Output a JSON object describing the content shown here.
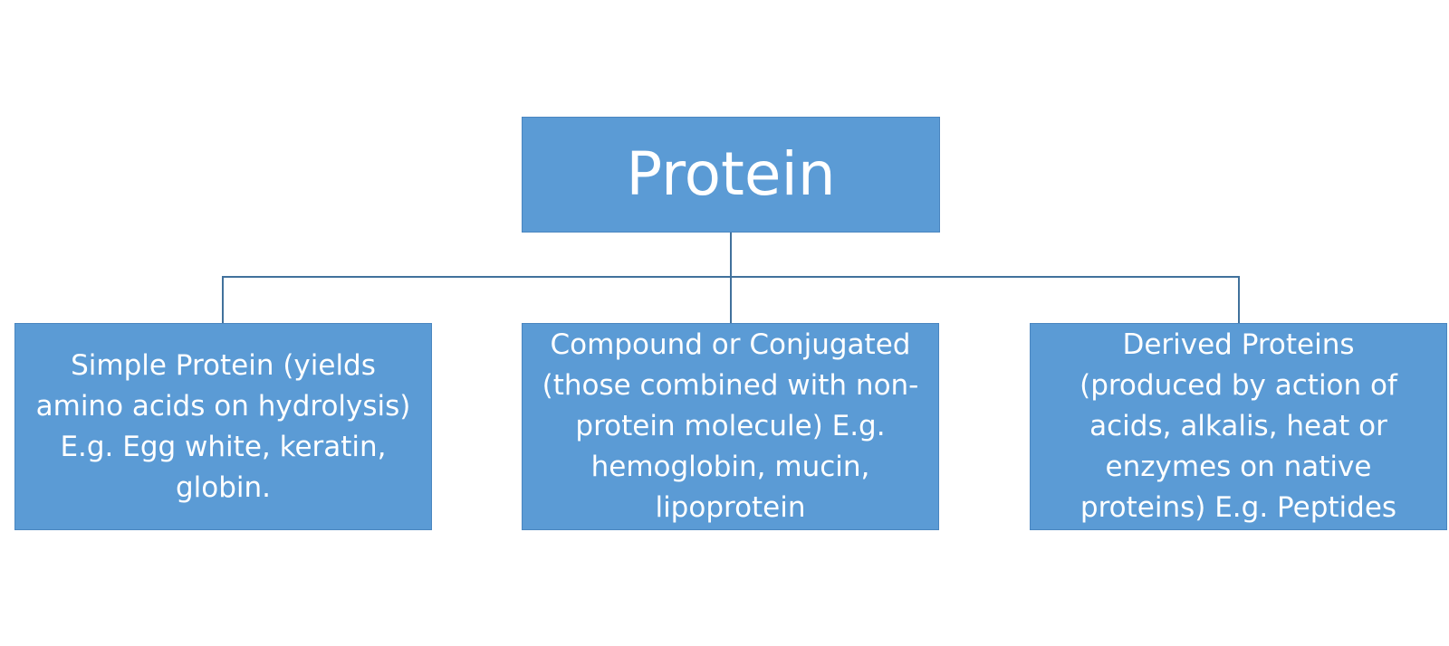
{
  "root": {
    "label": "Protein"
  },
  "children": [
    {
      "label": "Simple Protein (yields\namino acids on hydrolysis)\nE.g. Egg white, keratin,\nglobin."
    },
    {
      "label": "Compound or Conjugated\n(those combined with non-\nprotein molecule) E.g.\nhemoglobin, mucin,\nlipoprotein"
    },
    {
      "label": "Derived Proteins\n(produced by action of\nacids, alkalis, heat or\nenzymes on native\nproteins) E.g. Peptides"
    }
  ],
  "colors": {
    "node_fill": "#5b9bd5",
    "node_border": "#4a86c0",
    "connector": "#41719c",
    "text": "#ffffff"
  }
}
